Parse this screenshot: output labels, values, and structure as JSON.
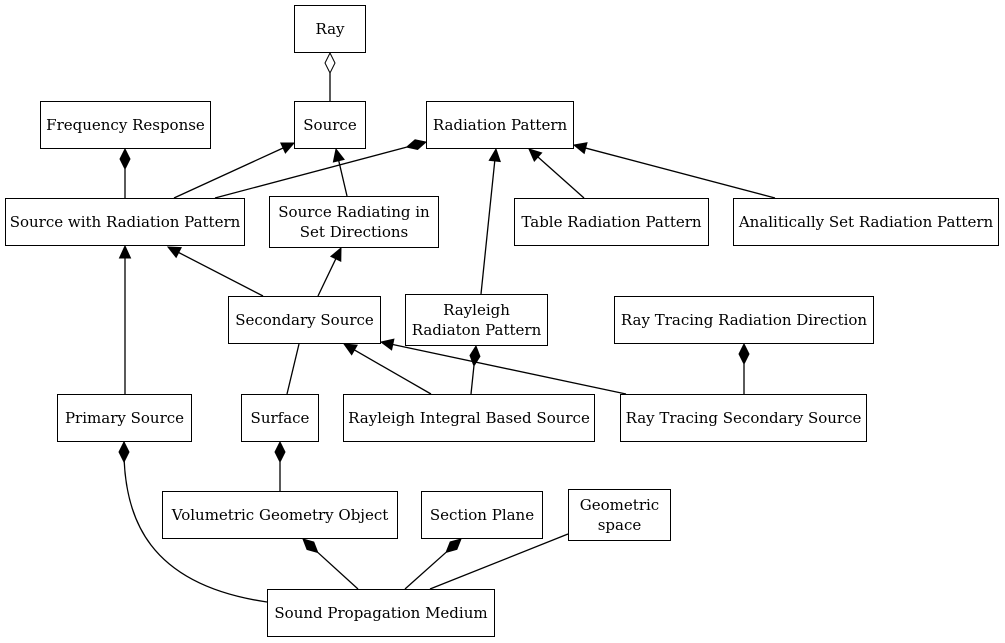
{
  "nodes": {
    "ray": {
      "lines": [
        "Ray"
      ]
    },
    "source": {
      "lines": [
        "Source"
      ]
    },
    "frequency_response": {
      "lines": [
        "Frequency Response"
      ]
    },
    "radiation_pattern": {
      "lines": [
        "Radiation Pattern"
      ]
    },
    "source_with_radiation_pattern": {
      "lines": [
        "Source with Radiation Pattern"
      ]
    },
    "source_radiating_in_set_directions": {
      "lines": [
        "Source Radiating in",
        "Set Directions"
      ]
    },
    "table_radiation_pattern": {
      "lines": [
        "Table Radiation Pattern"
      ]
    },
    "analitically_set_radiation_pattern": {
      "lines": [
        "Analitically Set Radiation Pattern"
      ]
    },
    "secondary_source": {
      "lines": [
        "Secondary Source"
      ]
    },
    "rayleigh_radiaton_pattern": {
      "lines": [
        "Rayleigh",
        "Radiaton Pattern"
      ]
    },
    "ray_tracing_radiation_direction": {
      "lines": [
        "Ray Tracing Radiation Direction"
      ]
    },
    "primary_source": {
      "lines": [
        "Primary Source"
      ]
    },
    "surface": {
      "lines": [
        "Surface"
      ]
    },
    "rayleigh_integral_based_source": {
      "lines": [
        "Rayleigh Integral Based Source"
      ]
    },
    "ray_tracing_secondary_source": {
      "lines": [
        "Ray Tracing Secondary Source"
      ]
    },
    "volumetric_geometry_object": {
      "lines": [
        "Volumetric Geometry Object"
      ]
    },
    "section_plane": {
      "lines": [
        "Section Plane"
      ]
    },
    "geometric_space": {
      "lines": [
        "Geometric",
        "space"
      ]
    },
    "sound_propagation_medium": {
      "lines": [
        "Sound Propagation Medium"
      ]
    }
  },
  "edges": [
    {
      "from": "source",
      "to": "ray",
      "type": "aggregation"
    },
    {
      "from": "source_with_radiation_pattern",
      "to": "frequency_response",
      "type": "composition"
    },
    {
      "from": "source_with_radiation_pattern",
      "to": "source",
      "type": "inheritance"
    },
    {
      "from": "source_with_radiation_pattern",
      "to": "radiation_pattern",
      "type": "composition"
    },
    {
      "from": "source_radiating_in_set_directions",
      "to": "source",
      "type": "inheritance"
    },
    {
      "from": "table_radiation_pattern",
      "to": "radiation_pattern",
      "type": "inheritance"
    },
    {
      "from": "analitically_set_radiation_pattern",
      "to": "radiation_pattern",
      "type": "inheritance"
    },
    {
      "from": "rayleigh_radiaton_pattern",
      "to": "radiation_pattern",
      "type": "inheritance"
    },
    {
      "from": "secondary_source",
      "to": "source_with_radiation_pattern",
      "type": "inheritance"
    },
    {
      "from": "secondary_source",
      "to": "source_radiating_in_set_directions",
      "type": "inheritance"
    },
    {
      "from": "primary_source",
      "to": "source_with_radiation_pattern",
      "type": "inheritance"
    },
    {
      "from": "surface",
      "to": "secondary_source",
      "type": "association"
    },
    {
      "from": "rayleigh_integral_based_source",
      "to": "secondary_source",
      "type": "inheritance"
    },
    {
      "from": "rayleigh_integral_based_source",
      "to": "rayleigh_radiaton_pattern",
      "type": "composition"
    },
    {
      "from": "ray_tracing_secondary_source",
      "to": "secondary_source",
      "type": "inheritance"
    },
    {
      "from": "ray_tracing_secondary_source",
      "to": "ray_tracing_radiation_direction",
      "type": "composition"
    },
    {
      "from": "volumetric_geometry_object",
      "to": "surface",
      "type": "composition"
    },
    {
      "from": "sound_propagation_medium",
      "to": "primary_source",
      "type": "composition"
    },
    {
      "from": "sound_propagation_medium",
      "to": "volumetric_geometry_object",
      "type": "composition"
    },
    {
      "from": "sound_propagation_medium",
      "to": "section_plane",
      "type": "composition"
    },
    {
      "from": "sound_propagation_medium",
      "to": "geometric_space",
      "type": "association"
    }
  ]
}
